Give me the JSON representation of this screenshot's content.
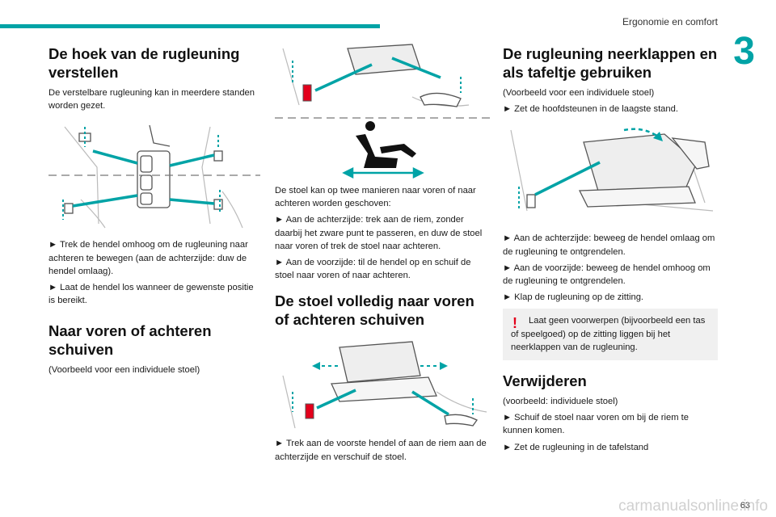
{
  "header": {
    "section": "Ergonomie en comfort",
    "chapter": "3"
  },
  "col1": {
    "h1": "De hoek van de rugleuning verstellen",
    "p1": "De verstelbare rugleuning kan in meerdere standen worden gezet.",
    "p2": "► Trek de hendel omhoog om de rugleuning naar achteren te bewegen (aan de achterzijde: duw de hendel omlaag).",
    "p3": "► Laat de hendel los wanneer de gewenste positie is bereikt.",
    "h2": "Naar voren of achteren schuiven",
    "p4": "(Voorbeeld voor een individuele stoel)"
  },
  "col2": {
    "p1": "De stoel kan op twee manieren naar voren of naar achteren worden geschoven:",
    "p2": "► Aan de achterzijde: trek aan de riem, zonder daarbij het zware punt te passeren, en duw de stoel naar voren of trek de stoel naar achteren.",
    "p3": "► Aan de voorzijde: til de hendel op en schuif de stoel naar voren of naar achteren.",
    "h1": "De stoel volledig naar voren of achteren schuiven",
    "p4": "► Trek aan de voorste hendel of aan de riem aan de achterzijde en verschuif de stoel."
  },
  "col3": {
    "h1": "De rugleuning neerklappen en als tafeltje gebruiken",
    "p1": "(Voorbeeld voor een individuele stoel)",
    "p2": "► Zet de hoofdsteunen in de laagste stand.",
    "p3": "► Aan de achterzijde: beweeg de hendel omlaag om de rugleuning te ontgrendelen.",
    "p4": "► Aan de voorzijde: beweeg de hendel omhoog om de rugleuning te ontgrendelen.",
    "p5": "► Klap de rugleuning op de zitting.",
    "warning": "Laat geen voorwerpen (bijvoorbeeld een tas of speelgoed) op de zitting liggen bij het neerklappen van de rugleuning.",
    "h2": "Verwijderen",
    "p6": "(voorbeeld: individuele stoel)",
    "p7": "► Schuif de stoel naar voren om bij de riem te kunnen komen.",
    "p8": "► Zet de rugleuning in de tafelstand"
  },
  "footer": {
    "page": "63",
    "watermark": "carmanualsonline.info"
  },
  "colors": {
    "accent": "#00a3a6",
    "warning": "#e3001b"
  }
}
